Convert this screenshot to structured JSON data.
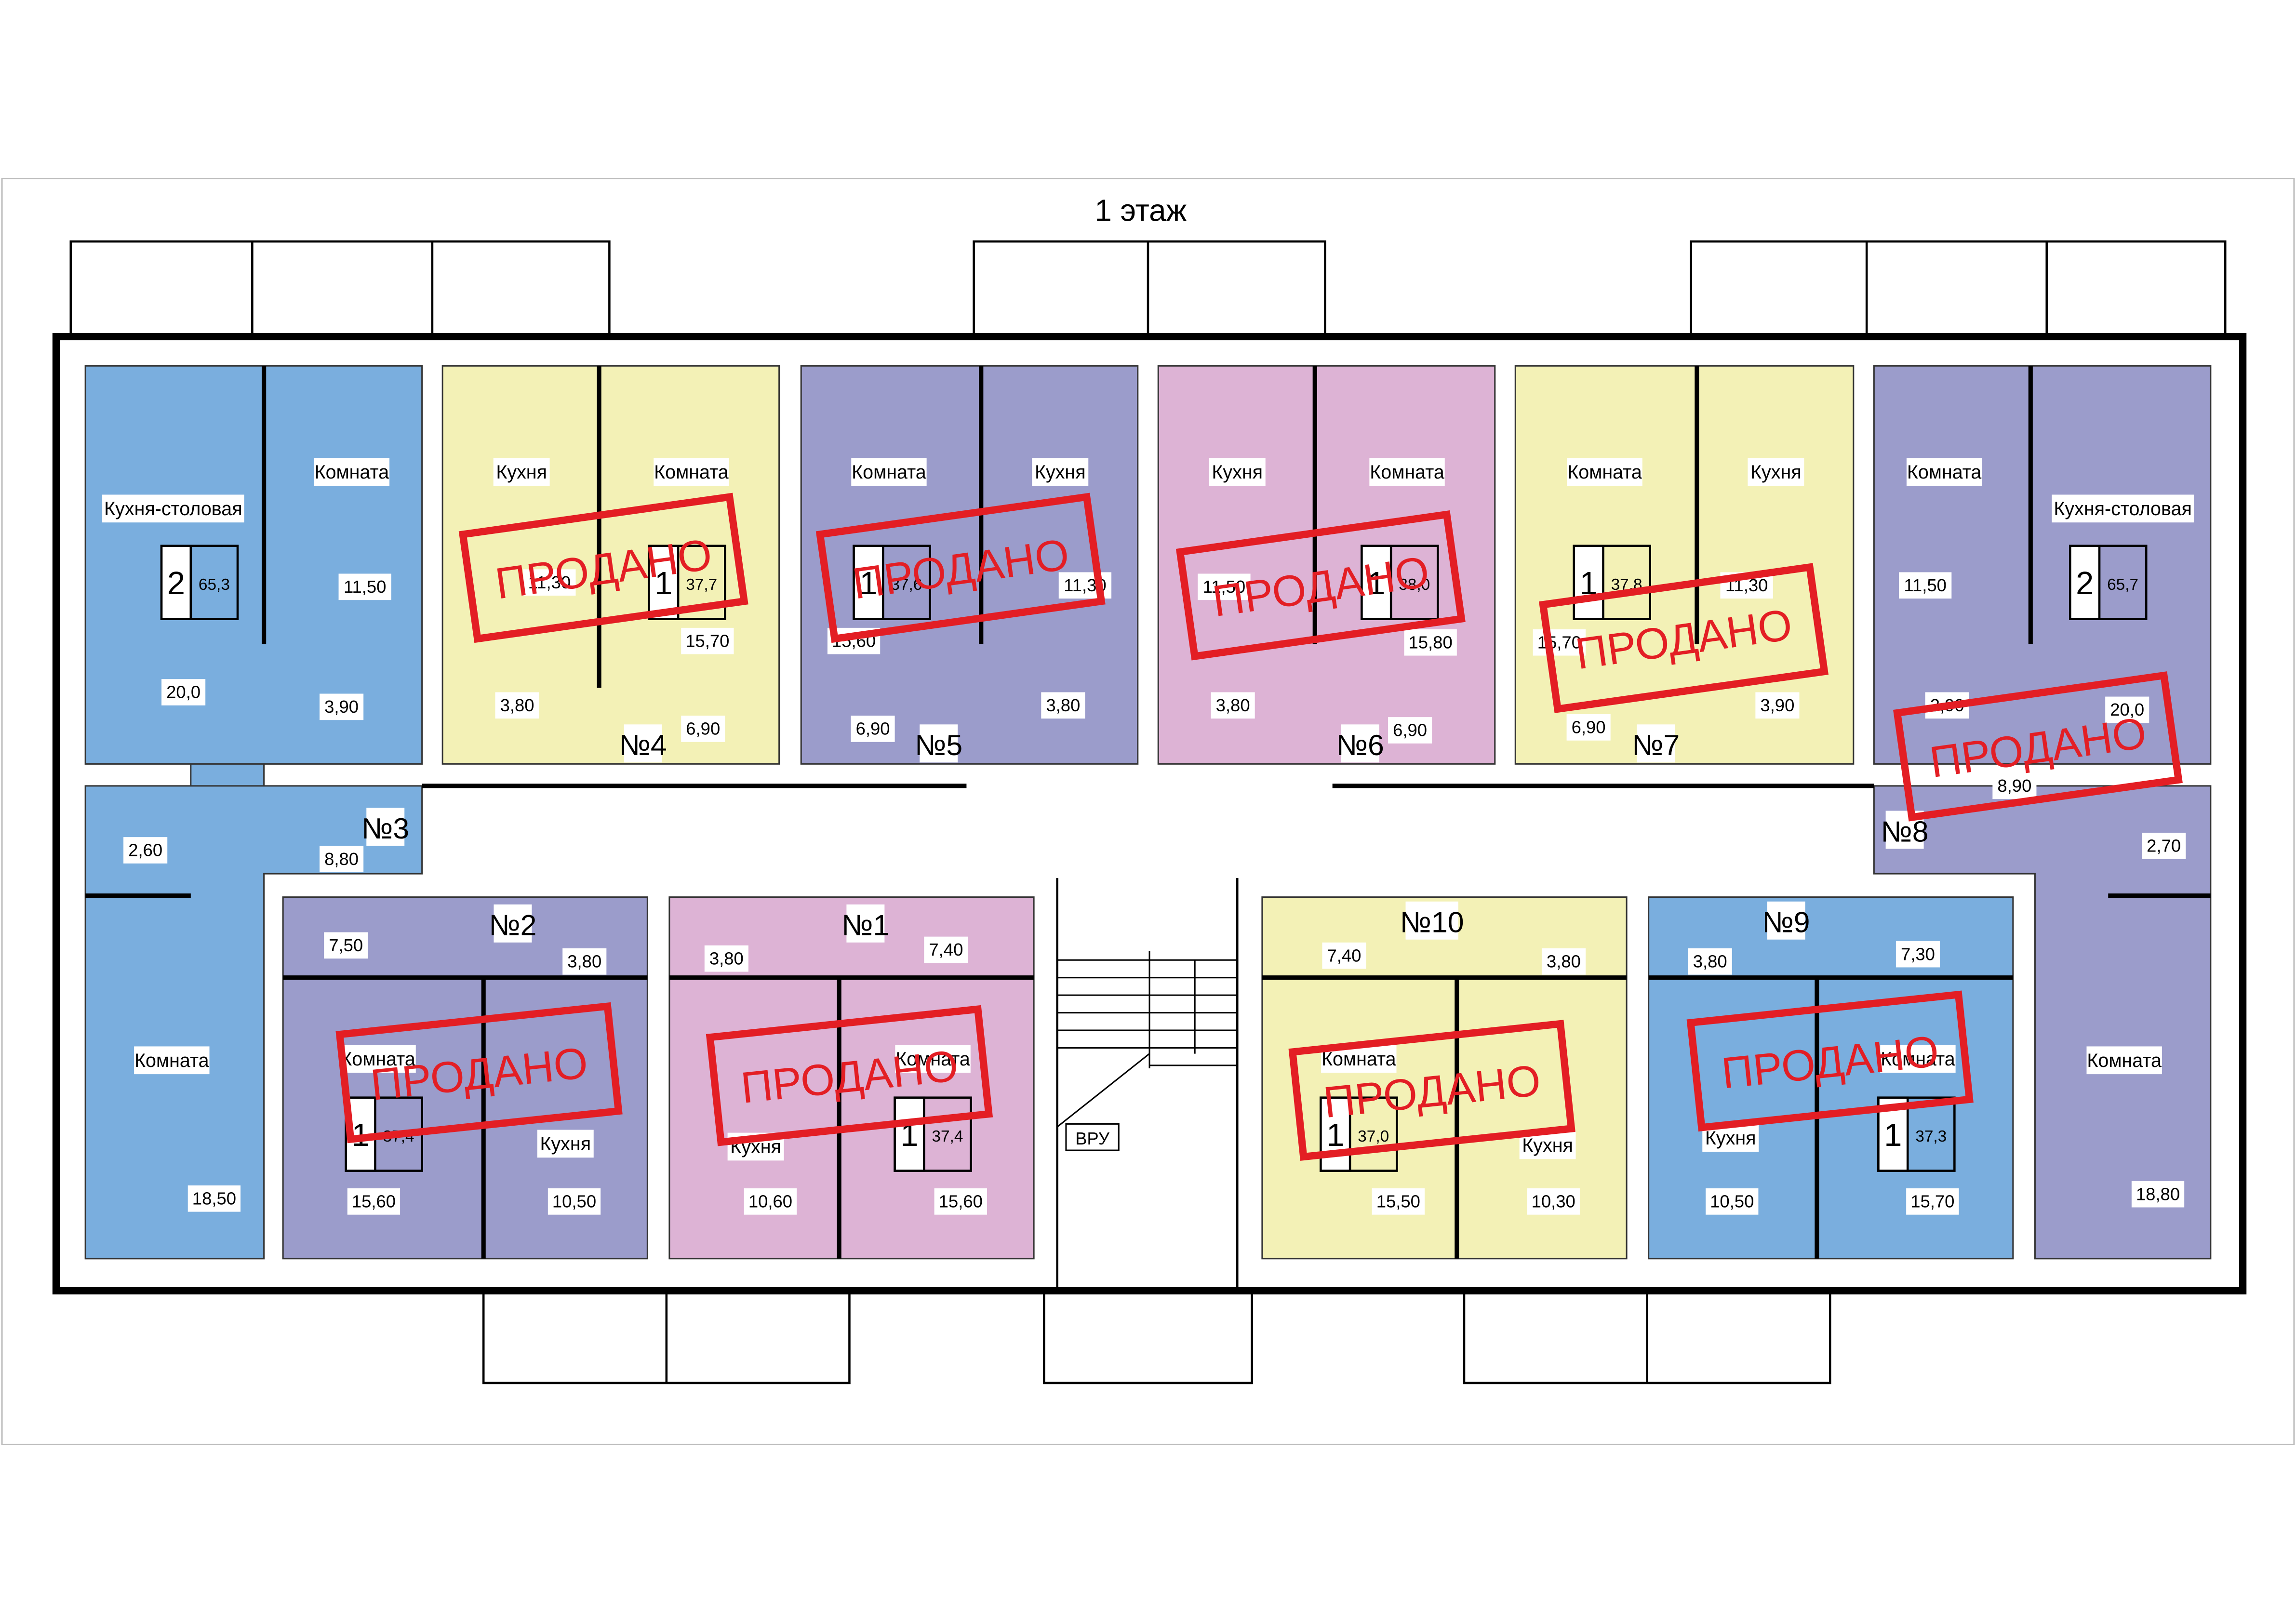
{
  "floor_title": "1 этаж",
  "utility_label": "ВРУ",
  "stamp_text": "ПРОДАНО",
  "colors": {
    "blue": "#7aaede",
    "yellow": "#f3f1b6",
    "purple": "#9b9ccb",
    "pink": "#ddb3d5",
    "stamp": "#e31e24"
  },
  "apartments": {
    "a3": {
      "number": "№3",
      "rooms": "2",
      "total": "65,3",
      "sold": false,
      "labels": {
        "kitchen": "Кухня-столовая",
        "room1": "Комната",
        "room2": "Комната"
      },
      "areas": {
        "room1": "11,50",
        "kitchen": "20,0",
        "bath": "3,90",
        "hall": "2,60",
        "corridor": "8,80",
        "room2": "18,50"
      }
    },
    "a4": {
      "number": "№4",
      "rooms": "1",
      "total": "37,7",
      "sold": true,
      "labels": {
        "kitchen": "Кухня",
        "room": "Комната"
      },
      "areas": {
        "kitchen": "11,30",
        "room": "15,70",
        "bath": "3,80",
        "hall": "6,90"
      }
    },
    "a5": {
      "number": "№5",
      "rooms": "1",
      "total": "37,6",
      "sold": true,
      "labels": {
        "room": "Комната",
        "kitchen": "Кухня"
      },
      "areas": {
        "kitchen": "11,30",
        "room": "15,60",
        "bath": "3,80",
        "hall": "6,90"
      }
    },
    "a6": {
      "number": "№6",
      "rooms": "1",
      "total": "38,0",
      "sold": true,
      "labels": {
        "kitchen": "Кухня",
        "room": "Комната"
      },
      "areas": {
        "kitchen": "11,50",
        "room": "15,80",
        "bath": "3,80",
        "hall": "6,90"
      }
    },
    "a7": {
      "number": "№7",
      "rooms": "1",
      "total": "37,8",
      "sold": true,
      "labels": {
        "room": "Комната",
        "kitchen": "Кухня"
      },
      "areas": {
        "room": "15,70",
        "kitchen": "11,30",
        "bath": "3,90",
        "hall": "6,90"
      }
    },
    "a8": {
      "number": "№8",
      "rooms": "2",
      "total": "65,7",
      "sold": true,
      "labels": {
        "room1": "Комната",
        "kitchen": "Кухня-столовая",
        "room2": "Комната"
      },
      "areas": {
        "room1": "11,50",
        "bath": "3,90",
        "kitchen": "20,0",
        "corridor": "8,90",
        "hall": "2,70",
        "room2": "18,80"
      }
    },
    "a2": {
      "number": "№2",
      "rooms": "1",
      "total": "37,4",
      "sold": true,
      "labels": {
        "room": "Комната",
        "kitchen": "Кухня"
      },
      "areas": {
        "hall": "7,50",
        "bath": "3,80",
        "room": "15,60",
        "kitchen": "10,50"
      }
    },
    "a1": {
      "number": "№1",
      "rooms": "1",
      "total": "37,4",
      "sold": true,
      "labels": {
        "room": "Комната",
        "kitchen": "Кухня"
      },
      "areas": {
        "bath": "3,80",
        "hall": "7,40",
        "kitchen": "10,60",
        "room": "15,60"
      }
    },
    "a10": {
      "number": "№10",
      "rooms": "1",
      "total": "37,0",
      "sold": true,
      "labels": {
        "room": "Комната",
        "kitchen": "Кухня"
      },
      "areas": {
        "hall": "7,40",
        "bath": "3,80",
        "room": "15,50",
        "kitchen": "10,30"
      }
    },
    "a9": {
      "number": "№9",
      "rooms": "1",
      "total": "37,3",
      "sold": true,
      "labels": {
        "room": "Комната",
        "kitchen": "Кухня"
      },
      "areas": {
        "bath": "3,80",
        "hall": "7,30",
        "kitchen": "10,50",
        "room": "15,70"
      }
    }
  }
}
